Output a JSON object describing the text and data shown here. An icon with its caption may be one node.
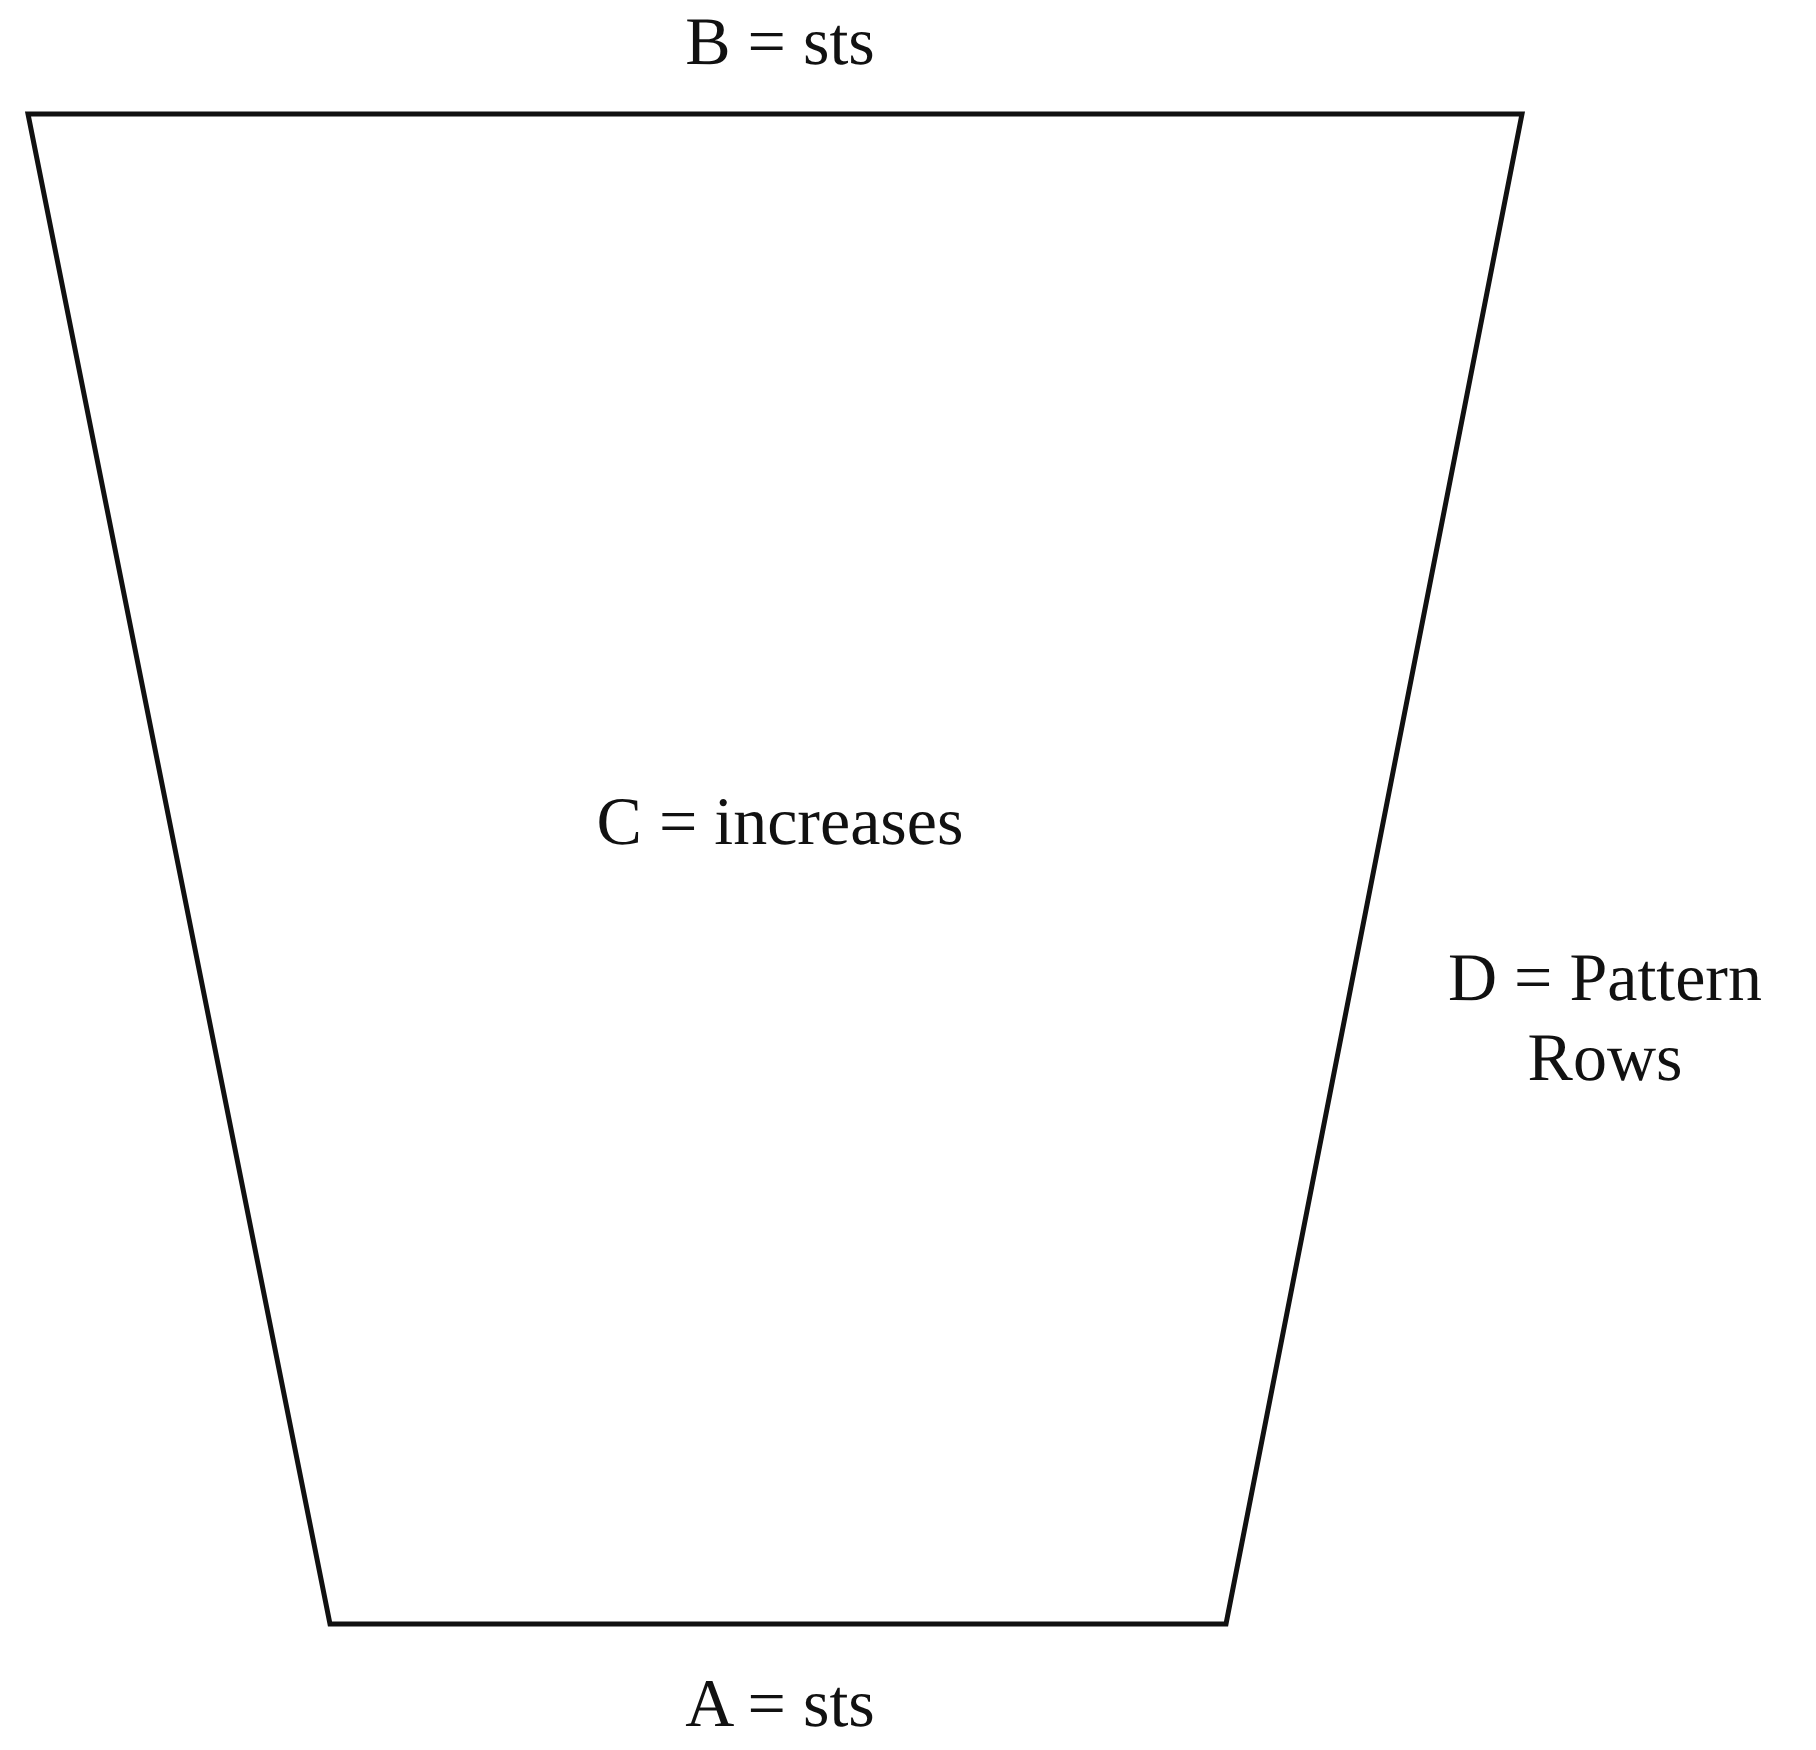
{
  "diagram": {
    "nodes": [
      {
        "text": [
          "C = increases"
        ]
      }
    ],
    "labels": [
      "B = sts",
      "D = Pattern Rows",
      "A = sts"
    ]
  }
}
